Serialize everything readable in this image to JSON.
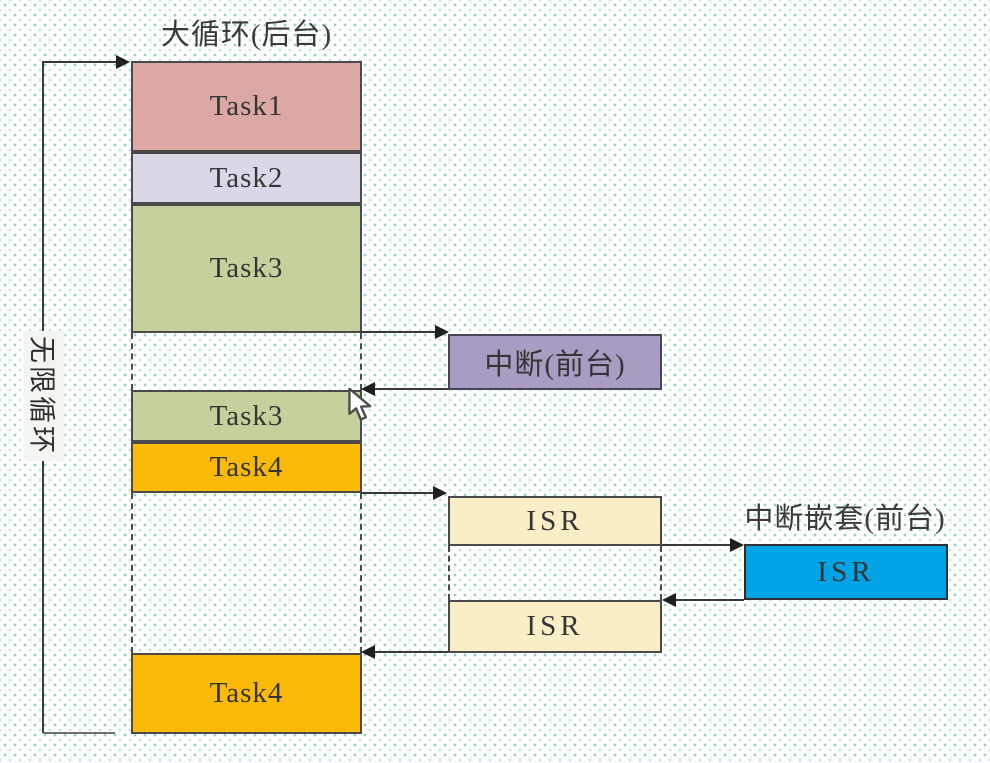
{
  "diagram": {
    "background_loop_title": "大循环(后台)",
    "infinite_loop_label": "无限循环",
    "interrupt_block_label": "中断(前台)",
    "nested_interrupt_title": "中断嵌套(前台)",
    "task_blocks": [
      {
        "id": "task1",
        "label": "Task1"
      },
      {
        "id": "task2",
        "label": "Task2"
      },
      {
        "id": "task3",
        "label": "Task3"
      },
      {
        "id": "task3-resume",
        "label": "Task3"
      },
      {
        "id": "task4",
        "label": "Task4"
      },
      {
        "id": "task4-resume",
        "label": "Task4"
      }
    ],
    "isr_labels": {
      "first": "ISR",
      "second": "ISR",
      "nested": "ISR"
    },
    "colors": {
      "task1": "#dca8a4",
      "task2": "#dbd7e7",
      "task3": "#c3d29c",
      "task4": "#fcba08",
      "interrupt": "#a89cc2",
      "isr": "#faeec7",
      "nested_isr": "#00a3e6",
      "dots": "#40aa9b",
      "line": "#383838",
      "text": "#3a3a3a"
    }
  }
}
